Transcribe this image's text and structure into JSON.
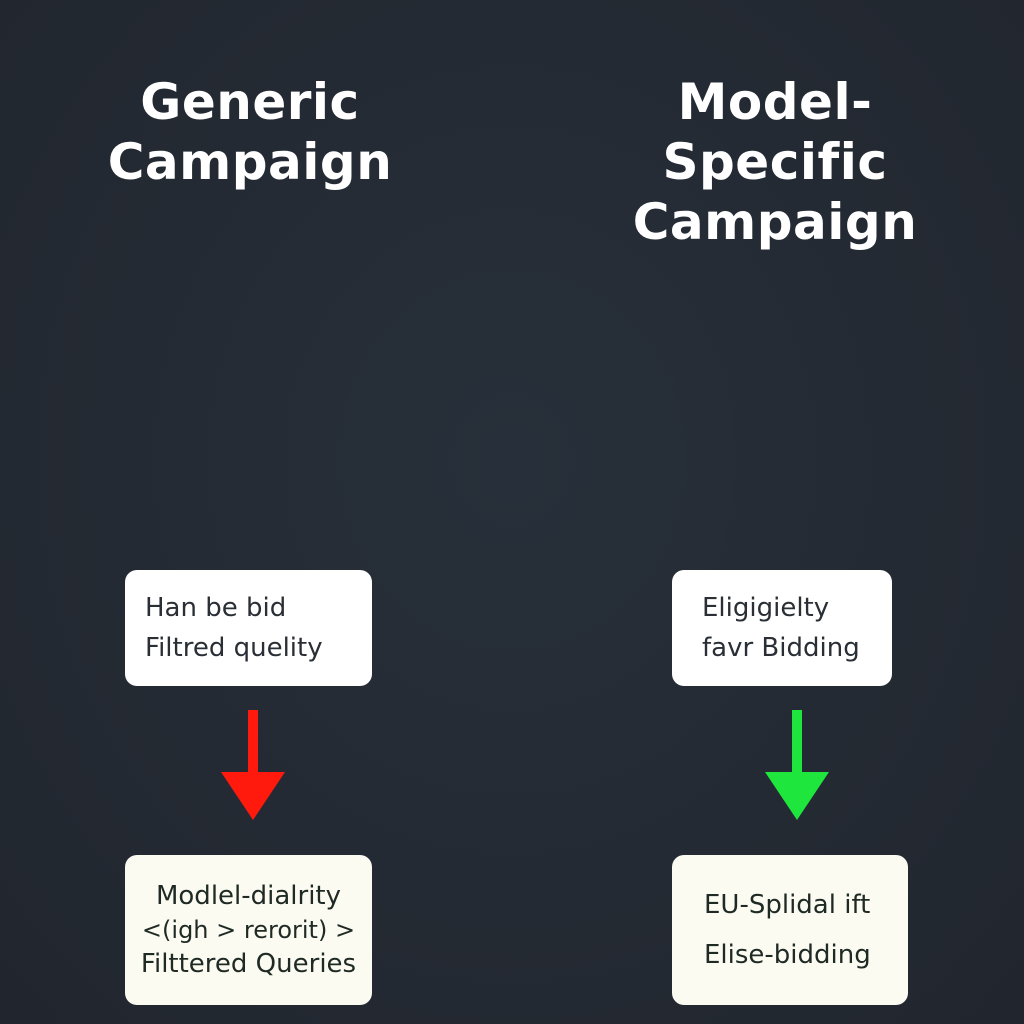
{
  "left_column": {
    "title_lines": [
      "Generic",
      "Campaign"
    ],
    "top_box_lines": [
      "Han be bid",
      "Filtred quelity"
    ],
    "arrow_color": "#ff1a0d",
    "bottom_box_lines": [
      "Modlel-dialrity",
      "<(igh  >  rerorit) >",
      "Filttered Queries"
    ]
  },
  "right_column": {
    "title_lines": [
      "Model-",
      "Specific",
      "Campaign"
    ],
    "top_box_lines": [
      "Eligigielty",
      "favr Bidding"
    ],
    "arrow_color": "#1ee63c",
    "bottom_box_lines": [
      "EU-Splidal ift",
      "Elise-bidding"
    ]
  }
}
